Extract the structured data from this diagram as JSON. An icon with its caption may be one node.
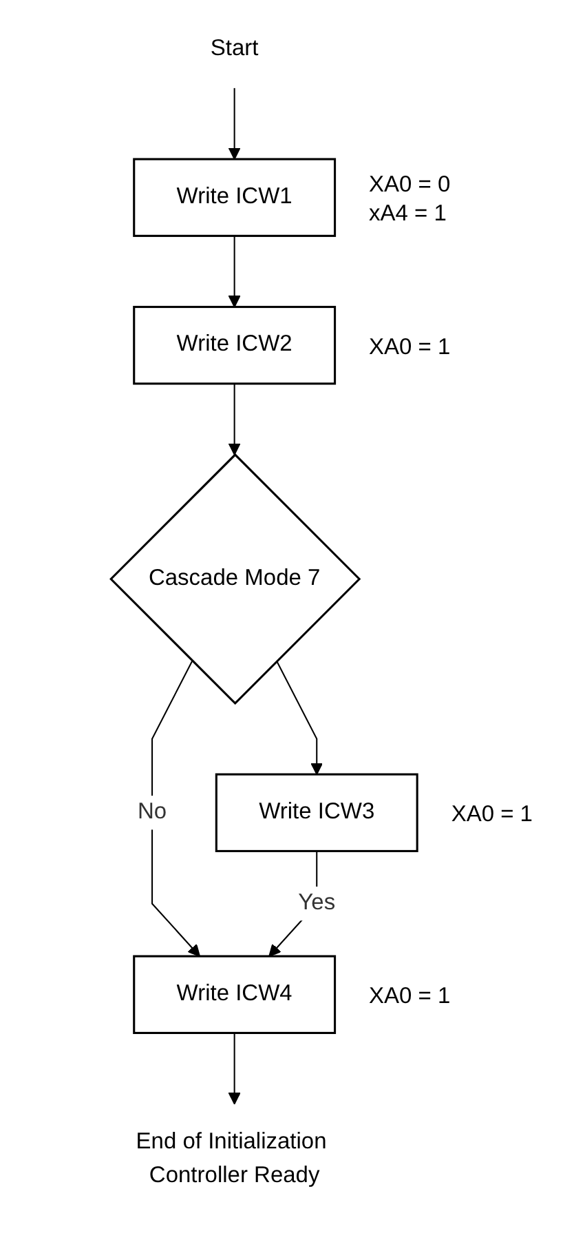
{
  "diagram": {
    "nodes": [
      {
        "text": [
          "Start"
        ]
      },
      {
        "text": [
          "Write ICW1"
        ],
        "beside": [
          "XA0 = 0",
          "xA4 = 1"
        ]
      },
      {
        "text": [
          "Write ICW2"
        ],
        "beside": [
          "XA0 = 1"
        ]
      },
      {
        "text": [
          "Cascade Mode 7"
        ]
      },
      {
        "text": [
          "Write ICW3"
        ],
        "beside": [
          "XA0 = 1"
        ]
      },
      {
        "text": [
          "Write ICW4"
        ],
        "beside": [
          "XA0 = 1"
        ]
      },
      {
        "text": [
          "End of Initialization Controller Ready"
        ]
      }
    ],
    "edges": [
      {
        "from": 0,
        "to": 1,
        "arrow": "to"
      },
      {
        "from": 1,
        "to": 2,
        "arrow": "to"
      },
      {
        "from": 2,
        "to": 3,
        "arrow": "to"
      },
      {
        "from": 3,
        "to": 4,
        "arrow": "to"
      },
      {
        "from": 3,
        "to": 5,
        "arrow": "to",
        "label": "No"
      },
      {
        "from": 4,
        "to": 5,
        "arrow": "to",
        "label": "Yes"
      },
      {
        "from": 5,
        "to": 6,
        "arrow": "to"
      }
    ]
  }
}
